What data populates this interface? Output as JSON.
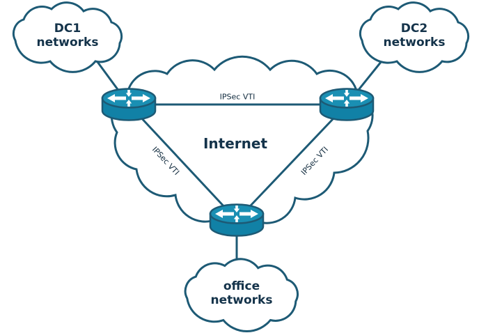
{
  "clouds": {
    "dc1": {
      "label": "DC1 networks"
    },
    "dc2": {
      "label": "DC2 networks"
    },
    "office": {
      "label": "office networks"
    },
    "internet": {
      "label": "Internet"
    }
  },
  "links": {
    "dc1_dc2": {
      "label": "IPSec VTI"
    },
    "dc1_office": {
      "label": "IPSec VTI"
    },
    "dc2_office": {
      "label": "IPSec VTI"
    }
  },
  "nodes": {
    "router_dc1": {
      "type": "router"
    },
    "router_dc2": {
      "type": "router"
    },
    "router_office": {
      "type": "router"
    }
  },
  "colors": {
    "outline": "#1d5a75",
    "router_fill": "#1181a6",
    "router_top": "#1a8fb3",
    "text": "#14334a",
    "bg": "#ffffff"
  }
}
